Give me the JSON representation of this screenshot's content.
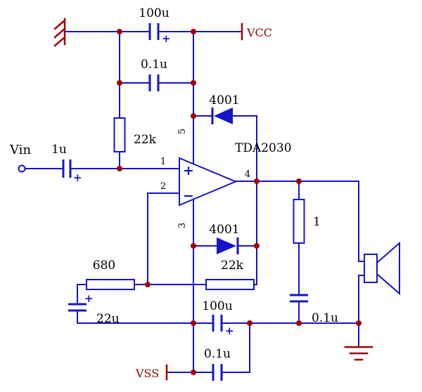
{
  "schematic": {
    "power": {
      "vcc_label": "VCC",
      "vss_label": "VSS"
    },
    "input": {
      "label": "Vin",
      "cap": "1u"
    },
    "bias_resistor": "22k",
    "opamp": {
      "name": "TDA2030",
      "noninv_mark": "+",
      "inv_mark": "−",
      "pins": {
        "in_pos": "1",
        "in_neg": "2",
        "vneg": "3",
        "out": "4",
        "vpos": "5"
      }
    },
    "supply_decoupling": {
      "vcc_bulk": "100u",
      "vcc_bypass": "0.1u",
      "vss_bulk": "100u",
      "vss_bypass": "0.1u"
    },
    "protection": {
      "diode_to_vcc": "4001",
      "diode_to_vss": "4001"
    },
    "feedback": {
      "r_fb": "22k",
      "r_gnd": "680",
      "c_series": "22u"
    },
    "zobel": {
      "r": "1",
      "c": "0.1u"
    },
    "polarity_mark": "+",
    "colors": {
      "wire": "#1414c8",
      "junction": "#a00000",
      "power": "#a00000",
      "label": "#000000"
    }
  }
}
